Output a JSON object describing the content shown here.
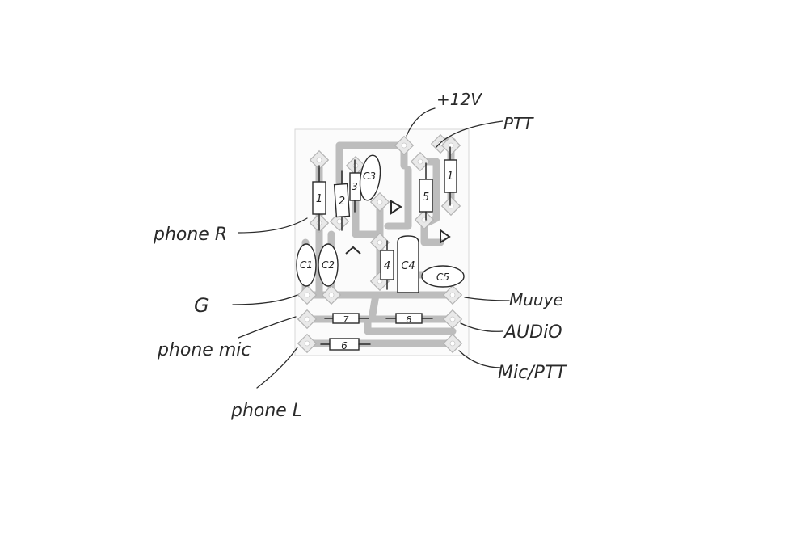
{
  "labels": {
    "plus12v": "+12V",
    "ptt_top": "PTT",
    "phone_r": "phone R",
    "g": "G",
    "phone_mic": "phone mic",
    "phone_l": "phone L",
    "muuye": "Muuye",
    "audio": "AUDiO",
    "mic_ptt": "Mic/PTT"
  },
  "components": {
    "r1": "1",
    "r2": "2",
    "r3": "3",
    "c3": "C3",
    "r5": "5",
    "r1b": "1",
    "c1": "C1",
    "c2": "C2",
    "r4": "4",
    "c4": "C4",
    "c5": "C5",
    "r7": "7",
    "r8": "8",
    "r6": "6"
  }
}
